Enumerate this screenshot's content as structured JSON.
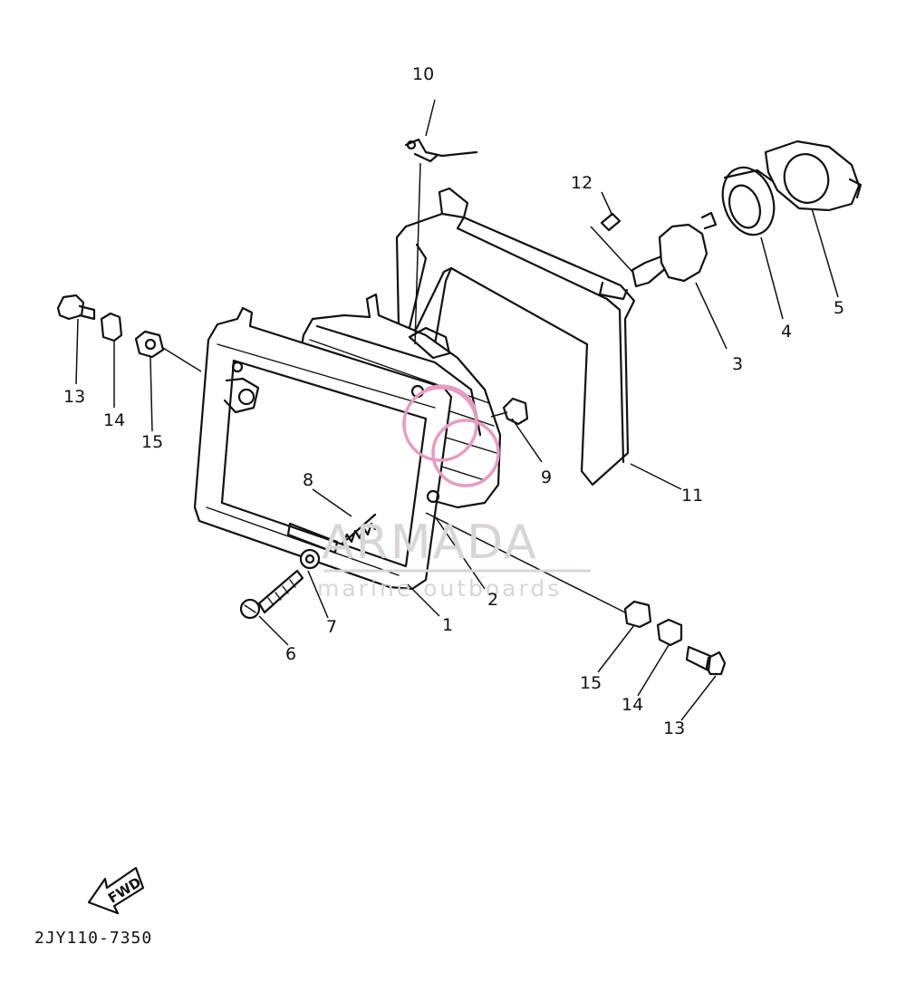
{
  "diagram": {
    "part_labels": [
      {
        "id": "p1",
        "text": "1"
      },
      {
        "id": "p2",
        "text": "2"
      },
      {
        "id": "p3",
        "text": "3"
      },
      {
        "id": "p4",
        "text": "4"
      },
      {
        "id": "p5",
        "text": "5"
      },
      {
        "id": "p6",
        "text": "6"
      },
      {
        "id": "p7",
        "text": "7"
      },
      {
        "id": "p8",
        "text": "8"
      },
      {
        "id": "p9",
        "text": "9"
      },
      {
        "id": "p10",
        "text": "10"
      },
      {
        "id": "p11",
        "text": "11"
      },
      {
        "id": "p12",
        "text": "12"
      },
      {
        "id": "p13a",
        "text": "13"
      },
      {
        "id": "p14a",
        "text": "14"
      },
      {
        "id": "p15a",
        "text": "15"
      },
      {
        "id": "p13b",
        "text": "13"
      },
      {
        "id": "p14b",
        "text": "14"
      },
      {
        "id": "p15b",
        "text": "15"
      }
    ],
    "fwd_label": "FWD",
    "diagram_code": "2JY110-7350"
  },
  "watermark": {
    "brand": "ARMADA",
    "tagline": "marine outboards",
    "logo_color": "#e69cc0",
    "text_color": "#d9d4d8"
  }
}
